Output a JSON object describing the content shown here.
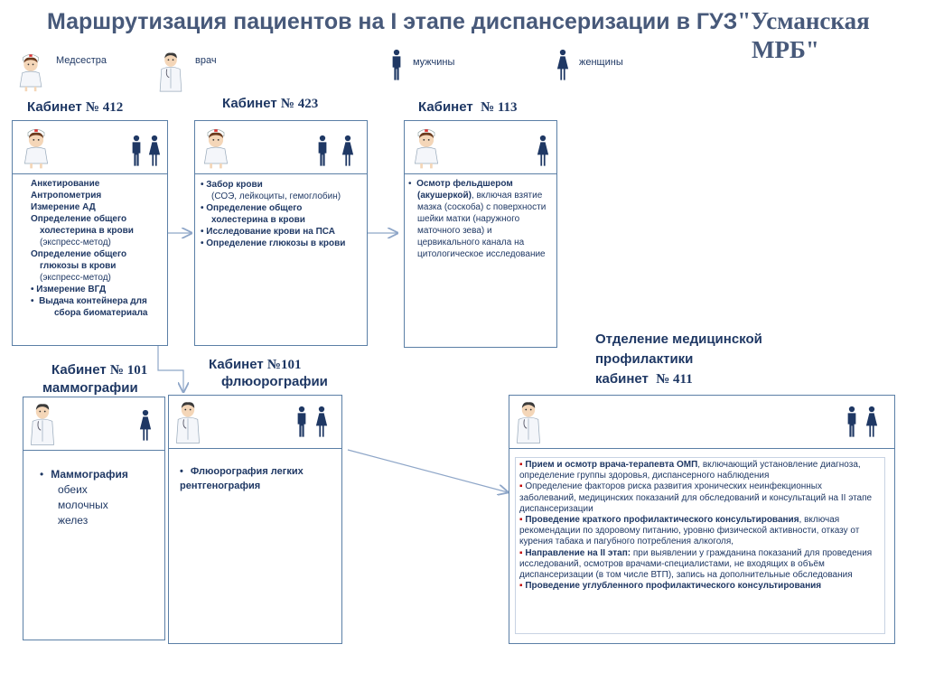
{
  "title": {
    "main": "Маршрутизация пациентов на  I этапе  диспансеризации в ГУЗ",
    "org_part1": "\"Усманская",
    "org_part2": "МРБ\""
  },
  "legend": {
    "nurse": "Медсестра",
    "doctor": "врач",
    "men": "мужчины",
    "women": "женщины"
  },
  "cab412": {
    "label": "Кабинет",
    "num": "№ 412",
    "items": [
      "Анкетирование",
      "Антропометрия",
      "Измерение АД",
      "Определение общего",
      "холестерина в крови",
      "(экспресс-метод)",
      "Определение общего",
      "глюкозы в крови",
      "(экспресс-метод)",
      "Измерение ВГД",
      "Выдача контейнера для",
      "сбора биоматериала"
    ]
  },
  "cab423": {
    "label": "Кабинет",
    "num": "№ 423",
    "items": [
      "Забор крови",
      "(СОЭ, лейкоциты, гемоглобин)",
      "Определение общего",
      "холестерина в крови",
      "Исследование крови на ПСА",
      "Определение глюкозы в крови"
    ]
  },
  "cab113": {
    "label": "Кабинет",
    "num": "№ 113",
    "text_bold": "Осмотр фельдшером (акушеркой)",
    "text_rest": ", включая взятие мазка (соскоба) с поверхности шейки матки (наружного маточного зева) и цервикального канала на цитологическое исследование"
  },
  "cab101m": {
    "label": "Кабинет",
    "num": "№ 101",
    "sub": "маммографии",
    "item_bold": "Маммография",
    "item_rest": "обеих молочных желез"
  },
  "cab101f": {
    "label": "Кабинет",
    "num": "№101",
    "sub": "флюорографии",
    "item": "Флюорография легких рентгенография"
  },
  "cab411": {
    "heading1": "Отделение медицинской",
    "heading2": "профилактики",
    "label": "кабинет",
    "num": "№ 411",
    "items": [
      {
        "bold": "Прием и осмотр врача-терапевта ОМП",
        "rest": ", включающий установление диагноза, определение группы здоровья, диспансерного наблюдения"
      },
      {
        "bold": "",
        "rest": "Определение факторов риска развития хронических неинфекционных заболеваний, медицинских показаний для обследований и консультаций на II этапе диспансеризации"
      },
      {
        "bold": "Проведение краткого профилактического консультирования",
        "rest": ", включая рекомендации по здоровому питанию, уровню физической активности, отказу от курения табака и пагубного потребления алкоголя,"
      },
      {
        "bold": "Направление на II этап:",
        "rest": " при выявлении у гражданина показаний для проведения  исследований, осмотров врачами-специалистами, не входящих в объём диспансеризации (в том числе ВТП),  запись на дополнительные обследования"
      },
      {
        "bold": "Проведение углубленного профилактического консультирования",
        "rest": ""
      }
    ]
  },
  "colors": {
    "title": "#47597a",
    "text": "#1f3864",
    "border": "#5b7fa6",
    "figure": "#1f3864",
    "arrow": "#8ea6c8"
  }
}
